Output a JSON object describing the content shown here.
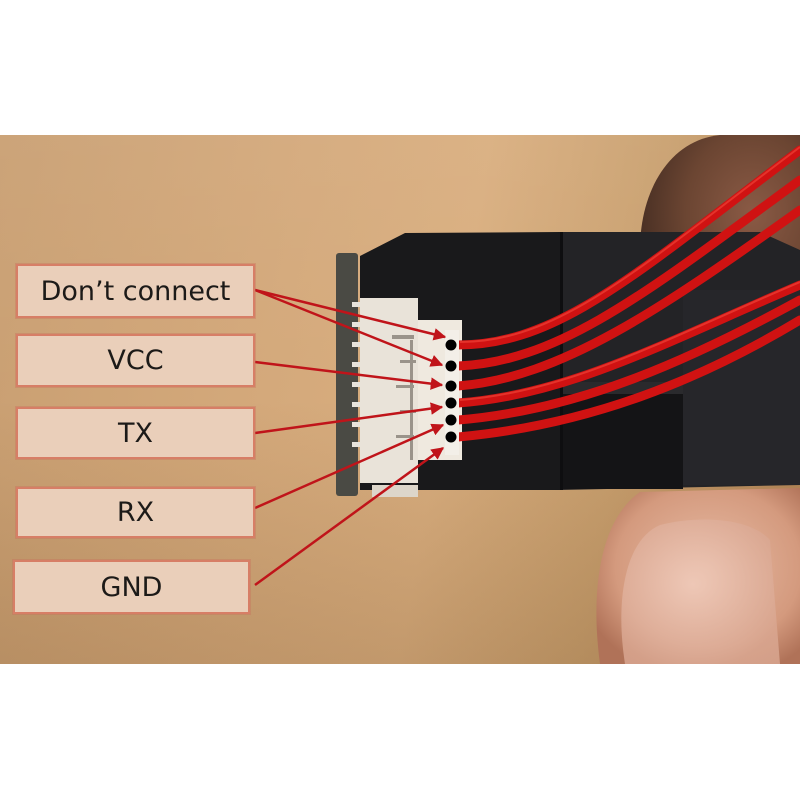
{
  "figure": {
    "subject": "connector pinout",
    "pin_count": 6,
    "labels": [
      {
        "id": "dont-connect",
        "text": "Don’t connect",
        "pins": [
          1,
          2
        ]
      },
      {
        "id": "vcc",
        "text": "VCC",
        "pins": [
          3
        ]
      },
      {
        "id": "tx",
        "text": "TX",
        "pins": [
          4
        ]
      },
      {
        "id": "rx",
        "text": "RX",
        "pins": [
          5
        ]
      },
      {
        "id": "gnd",
        "text": "GND",
        "pins": [
          6
        ]
      }
    ]
  },
  "colors": {
    "arrow": "#c0141a",
    "wire": "#d01212",
    "label_fill": "#eacfba",
    "label_border": "#d77e66",
    "housing": "#1c1c1e",
    "connector": "#ece6dc",
    "pin_dot": "#000000",
    "background": "#d4a97b"
  }
}
